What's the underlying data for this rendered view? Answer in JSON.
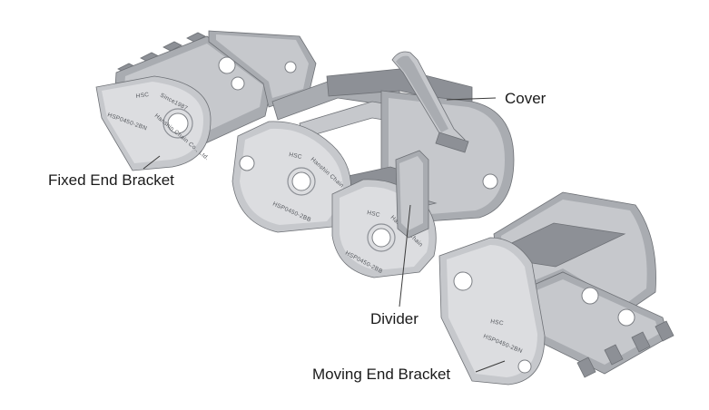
{
  "labels": {
    "cover": "Cover",
    "fixed_end_bracket": "Fixed End Bracket",
    "divider": "Divider",
    "moving_end_bracket": "Moving End Bracket"
  },
  "engraving": {
    "part_code_fixed": "HSP0450-2BN",
    "part_code_link_a": "HSP0450-2BB",
    "part_code_link_b": "HSP0450-2BB",
    "part_code_moving": "HSP0450-2BN",
    "brand_mark": "HSC",
    "maker_fixed": "Hanshin Chain Co., Ltd.",
    "since_text": "Since1987",
    "maker_link_a": "Hanshin Chain",
    "maker_link_b": "Hanshin Chain"
  },
  "colors": {
    "background": "#ffffff",
    "metal_light": "#c6c8cc",
    "metal_mid": "#a9acb1",
    "metal_dark": "#8d9096",
    "leader_line": "#3a3a3a"
  }
}
